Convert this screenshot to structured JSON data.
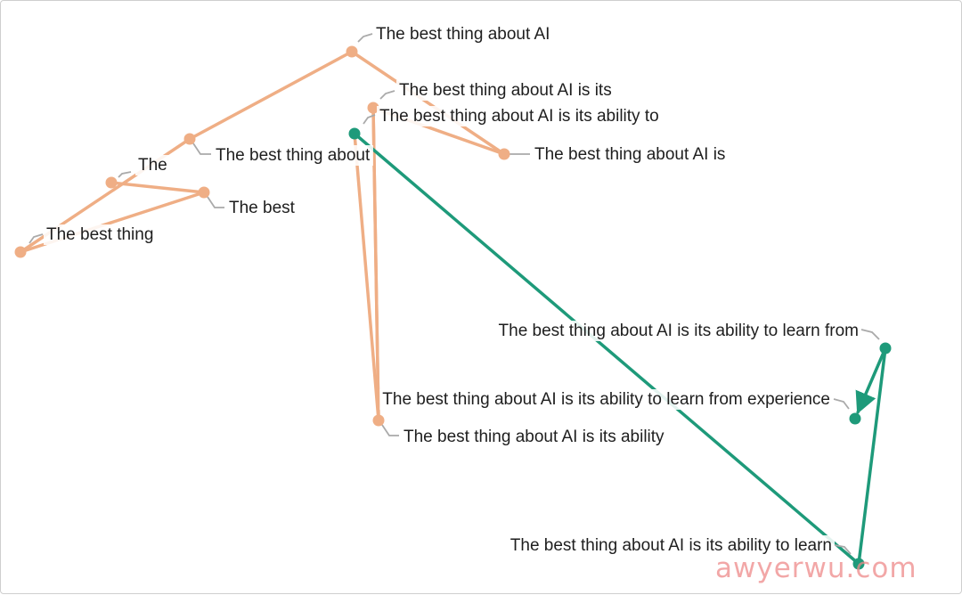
{
  "colors": {
    "phase1": "#efae85",
    "phase2": "#1e9a7a",
    "leader": "#aaaaaa"
  },
  "watermark": "awyerwu.com",
  "points": [
    {
      "text": "The",
      "color": "phase1"
    },
    {
      "text": "The best",
      "color": "phase1"
    },
    {
      "text": "The best thing",
      "color": "phase1"
    },
    {
      "text": "The best thing about",
      "color": "phase1"
    },
    {
      "text": "The best thing about AI",
      "color": "phase1"
    },
    {
      "text": "The best thing about AI is",
      "color": "phase1"
    },
    {
      "text": "The best thing about AI is its",
      "color": "phase1"
    },
    {
      "text": "The best thing about AI is its ability",
      "color": "phase1"
    },
    {
      "text": "The best thing about AI is its ability to",
      "color": "phase2"
    },
    {
      "text": "The best thing about AI is its ability to learn",
      "color": "phase2"
    },
    {
      "text": "The best thing about AI is its ability to learn from",
      "color": "phase2"
    },
    {
      "text": "The best thing about AI is its ability to learn from experience",
      "color": "phase2"
    }
  ]
}
